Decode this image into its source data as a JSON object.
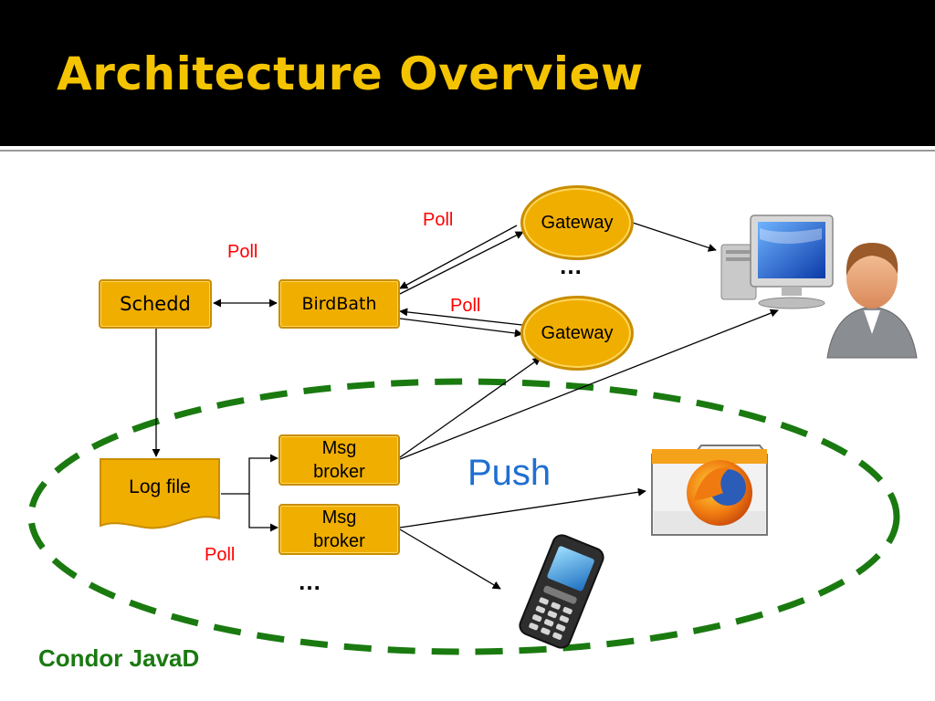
{
  "slide": {
    "title": "Architecture Overview",
    "nodes": {
      "schedd": "Schedd",
      "birdbath": "BirdBath",
      "gateway_top": "Gateway",
      "gateway_bottom": "Gateway",
      "log_file": "Log file",
      "msg_broker_top": "Msg\nbroker",
      "msg_broker_bottom": "Msg\nbroker"
    },
    "labels": {
      "poll_birdbath": "Poll",
      "poll_gateway_top": "Poll",
      "poll_gateway_bottom": "Poll",
      "poll_logfile": "Poll",
      "push": "Push",
      "gateway_dots": "…",
      "broker_dots": "…",
      "condor_javad": "Condor JavaD"
    },
    "icons": [
      "desktop-computer-icon",
      "user-person-icon",
      "firefox-browser-icon",
      "mobile-phone-icon"
    ],
    "colors": {
      "header_bg": "#000000",
      "title": "#f5c400",
      "node_fill": "#f0ae00",
      "poll_text": "#ff0000",
      "push_text": "#1f6fd0",
      "boundary": "#1a7a10"
    }
  }
}
